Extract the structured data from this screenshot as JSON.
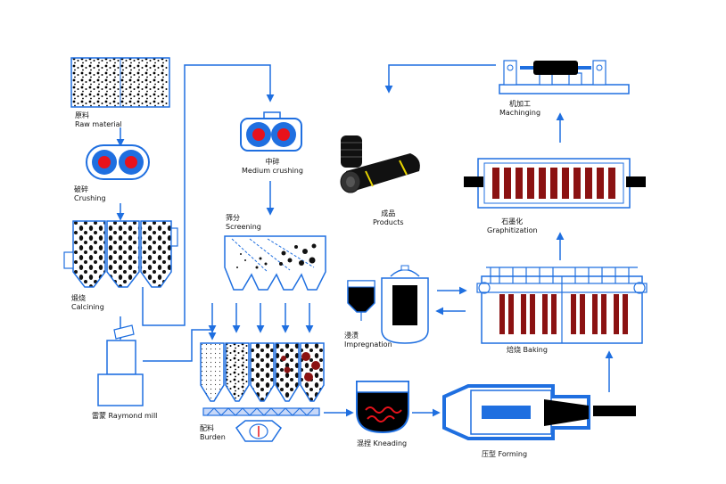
{
  "steps": {
    "raw_material": {
      "zh": "原料",
      "en": "Raw material"
    },
    "crushing": {
      "zh": "破碎",
      "en": "Crushing"
    },
    "calcining": {
      "zh": "煅烧",
      "en": "Calcining"
    },
    "raymond_mill": {
      "zh": "雷蒙",
      "en": "Raymond mill"
    },
    "medium_crushing": {
      "zh": "中碎",
      "en": "Medium crushing"
    },
    "screening": {
      "zh": "筛分",
      "en": "Screening"
    },
    "burden": {
      "zh": "配料",
      "en": "Burden"
    },
    "kneading": {
      "zh": "混捏",
      "en": "Kneading"
    },
    "forming": {
      "zh": "压型",
      "en": "Forming"
    },
    "baking": {
      "zh": "焙烧",
      "en": "Baking"
    },
    "impregnation": {
      "zh": "浸渍",
      "en": "Impregnation"
    },
    "graphitization": {
      "zh": "石墨化",
      "en": "Graphitization"
    },
    "machining": {
      "zh": "机加工",
      "en": "Machinging"
    },
    "products": {
      "zh": "成品",
      "en": "Products"
    }
  },
  "colors": {
    "arrow": "#1f6fe0",
    "equipment_outline": "#1f6fe0",
    "particle": "#000000",
    "rotor": "#e8121b",
    "chamber": "#8b1212",
    "product": "#111111"
  }
}
